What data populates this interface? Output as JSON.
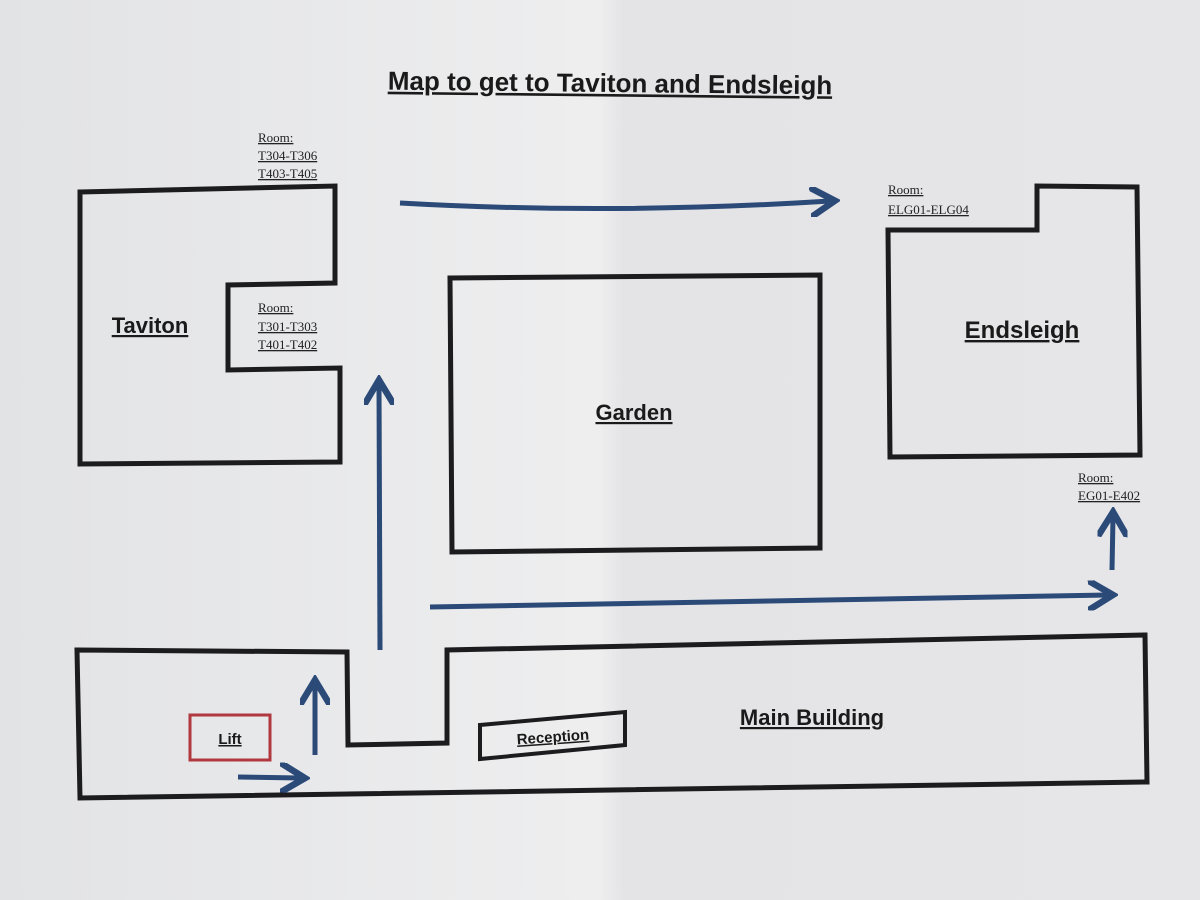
{
  "title": "Map to get to Taviton and Endsleigh",
  "buildings": {
    "taviton": "Taviton",
    "garden": "Garden",
    "endsleigh": "Endsleigh",
    "main_building": "Main Building",
    "lift": "Lift",
    "reception": "Reception"
  },
  "rooms": {
    "taviton_upper": {
      "heading": "Room:",
      "lines": [
        "T304-T306",
        "T403-T405"
      ]
    },
    "taviton_inner": {
      "heading": "Room:",
      "lines": [
        "T301-T303",
        "T401-T402"
      ]
    },
    "endsleigh_top": {
      "heading": "Room:",
      "lines": [
        "ELG01-ELG04"
      ]
    },
    "endsleigh_bottom": {
      "heading": "Room:",
      "lines": [
        "EG01-E402"
      ]
    }
  },
  "colors": {
    "walls": "#1c1c1e",
    "arrows": "#2b4a78",
    "lift": "#b0383e",
    "paper": "#e9e9ea"
  }
}
